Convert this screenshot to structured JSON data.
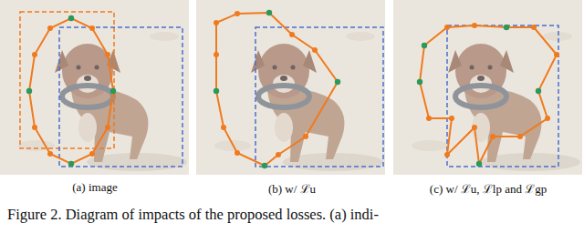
{
  "diagram": {
    "caption": "Figure 2. Diagram of impacts of the proposed losses. (a) indi-",
    "labels": [
      "(a) image",
      "(b) w/ ℒu",
      "(c) w/ ℒu, ℒlp and ℒgp"
    ]
  }
}
